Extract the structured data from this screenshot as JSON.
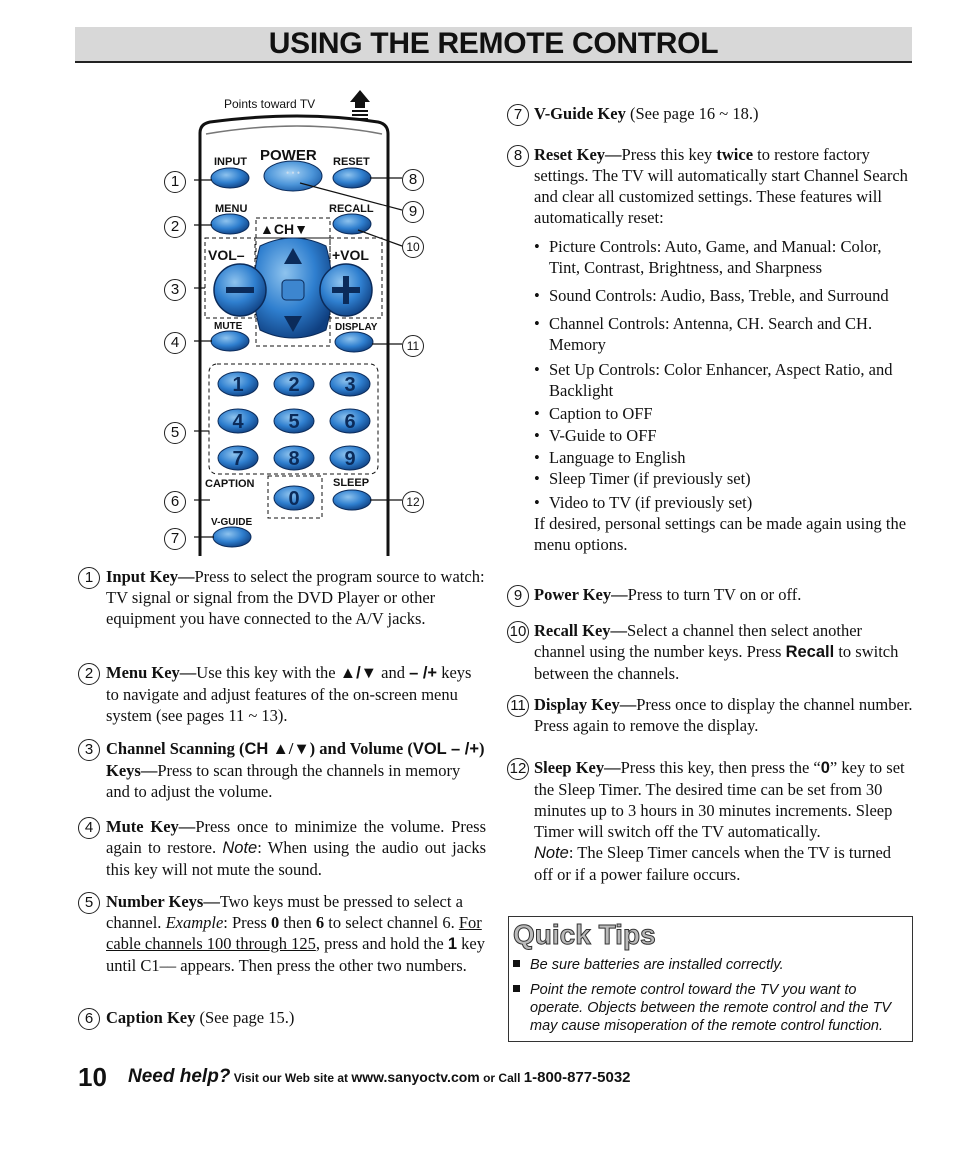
{
  "header": {
    "title": "USING THE REMOTE CONTROL"
  },
  "remote": {
    "points_label": "Points toward TV",
    "labels": {
      "input": "INPUT",
      "power": "POWER",
      "reset": "RESET",
      "menu": "MENU",
      "recall": "RECALL",
      "ch": "▲CH▼",
      "vol_minus": "VOL–",
      "vol_plus": "+VOL",
      "mute": "MUTE",
      "display": "DISPLAY",
      "caption": "CAPTION",
      "sleep": "SLEEP",
      "vguide": "V-GUIDE"
    },
    "digits": [
      "1",
      "2",
      "3",
      "4",
      "5",
      "6",
      "7",
      "8",
      "9",
      "0"
    ],
    "callouts_left": [
      "1",
      "2",
      "3",
      "4",
      "5",
      "6",
      "7"
    ],
    "callouts_right": [
      "8",
      "9",
      "10",
      "11",
      "12"
    ]
  },
  "left_items": [
    {
      "n": "1",
      "title": "Input Key—",
      "body": "Press to select the program source to watch: TV signal or signal from the DVD Player or other equipment you have connected to the A/V jacks."
    },
    {
      "n": "2",
      "title": "Menu Key—",
      "body1": "Use this key with the ",
      "sym1": "▲/▼",
      "body2": " and ",
      "sym2": "– /+",
      "body3": " keys to navigate and adjust features of the on-screen menu system (see pages 11 ~ 13)."
    },
    {
      "n": "3",
      "title1": "Channel Scanning (",
      "ch": "CH",
      "title2": " ▲/▼) and Volume (",
      "vol": "VOL – /+",
      "title3": ") Keys—",
      "body": "Press to scan through the channels in memory and to adjust the volume."
    },
    {
      "n": "4",
      "title": "Mute Key—",
      "body1": "Press once to minimize the volume. Press again to restore. ",
      "note": "Note",
      "body2": ": When using the audio out jacks this key will not mute the sound."
    },
    {
      "n": "5",
      "title": "Number Keys—",
      "body1": "Two keys must be pressed to select a channel. ",
      "example": "Example",
      "body2": ": Press ",
      "zero": "0",
      "body3": " then ",
      "six": "6",
      "body4": " to select channel 6. ",
      "under": "For cable channels 100 through 125",
      "body5": ", press and hold the ",
      "one": "1",
      "body6": " key until C1–– appears. Then press the other two numbers."
    },
    {
      "n": "6",
      "title": "Caption Key",
      "body": " (See page 15.)"
    }
  ],
  "right_items": {
    "vguide": {
      "n": "7",
      "title": "V-Guide Key",
      "body": " (See page 16 ~ 18.)"
    },
    "reset": {
      "n": "8",
      "title": "Reset Key—",
      "body1": "Press this key ",
      "twice": "twice",
      "body2": " to restore factory settings. The TV will automatically start Channel Search and clear all customized settings. These features will automatically reset:"
    },
    "reset_list": [
      "Picture Controls: Auto, Game, and Manual: Color, Tint, Contrast, Brightness, and Sharpness",
      "Sound Controls: Audio, Bass, Treble, and Surround",
      "Channel Controls: Antenna, CH. Search and CH. Memory",
      "Set Up Controls: Color Enhancer, Aspect Ratio, and Backlight",
      "Caption to OFF",
      "V-Guide to OFF",
      "Language to English",
      "Sleep Timer  (if previously set)",
      "Video to TV (if previously set)"
    ],
    "reset_after": "If desired, personal settings can be made again using the menu options.",
    "power": {
      "n": "9",
      "title": "Power Key—",
      "body": "Press to turn TV on or off."
    },
    "recall": {
      "n": "10",
      "title": "Recall Key—",
      "body1": "Select a channel then select another channel using the number keys. Press ",
      "key": "Recall",
      "body2": " to switch between the channels."
    },
    "display": {
      "n": "11",
      "title": "Display Key—",
      "body": "Press once to display the channel number. Press again to remove the display."
    },
    "sleep": {
      "n": "12",
      "title": "Sleep Key—",
      "body1": "Press this key, then press the “",
      "zero": "0",
      "body2": "” key to set the Sleep Timer. The desired time can be set from 30 minutes up to 3 hours in 30 minutes increments. Sleep Timer will switch off the TV automatically.",
      "note": "Note",
      "note_body": ": The Sleep Timer cancels when the TV is turned off or if a power failure occurs."
    }
  },
  "tips": {
    "title": "Quick Tips",
    "items": [
      "Be sure batteries are installed correctly.",
      "Point the remote control toward the TV you want to operate. Objects between the remote control and the TV may cause misoperation of the remote control function."
    ]
  },
  "footer": {
    "page": "10",
    "need_help": "Need help?",
    "visit": "Visit our Web site at",
    "url": "www.sanyoctv.com",
    "or_call": "or Call",
    "phone": "1-800-877-5032"
  }
}
